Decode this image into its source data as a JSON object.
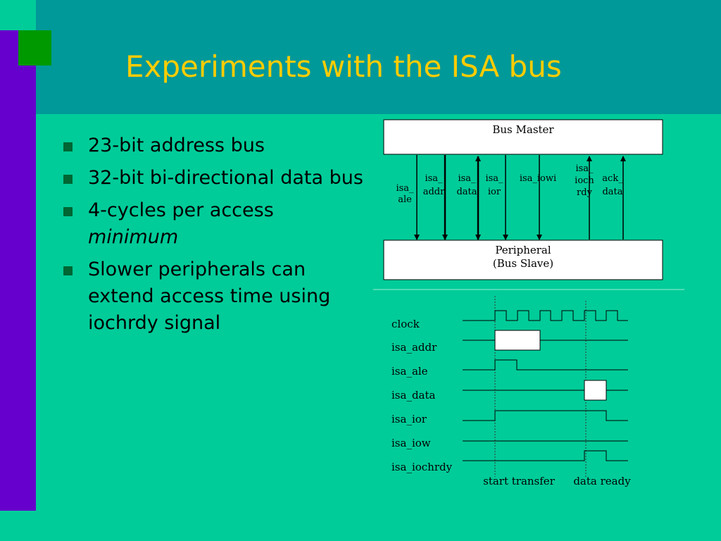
{
  "slide": {
    "title": "Experiments with the ISA bus",
    "bullets": [
      {
        "text": "23-bit address bus"
      },
      {
        "text": "32-bit bi-directional data bus"
      },
      {
        "text": "4-cycles per access",
        "emphasis": "minimum"
      },
      {
        "text": "Slower peripherals can extend access time using iochrdy signal"
      }
    ]
  },
  "bus_diagram": {
    "master_label": "Bus Master",
    "slave_label_line1": "Peripheral",
    "slave_label_line2": "(Bus Slave)",
    "signals": [
      {
        "line1": "isa_",
        "line2": "ale",
        "line3": "",
        "direction": "down"
      },
      {
        "line1": "isa_",
        "line2": "addr",
        "line3": "",
        "direction": "down"
      },
      {
        "line1": "isa_",
        "line2": "data",
        "line3": "",
        "direction": "both"
      },
      {
        "line1": "isa_",
        "line2": "ior",
        "line3": "",
        "direction": "down"
      },
      {
        "line1": "isa_iowi",
        "line2": "",
        "line3": "",
        "direction": "down"
      },
      {
        "line1": "isa_",
        "line2": "ioch",
        "line3": "rdy",
        "direction": "up"
      },
      {
        "line1": "ack_",
        "line2": "data",
        "line3": "",
        "direction": "up"
      }
    ]
  },
  "timing_diagram": {
    "signal_names": [
      "clock",
      "isa_addr",
      "isa_ale",
      "isa_data",
      "isa_ior",
      "isa_iow",
      "isa_iochrdy"
    ],
    "start_label": "start transfer",
    "ready_label": "data ready"
  },
  "colors": {
    "background": "#00cc99",
    "header": "#009999",
    "left_bar": "#6600cc",
    "corner_square": "#009900",
    "title": "#ffcc00",
    "bullet": "#006633"
  }
}
